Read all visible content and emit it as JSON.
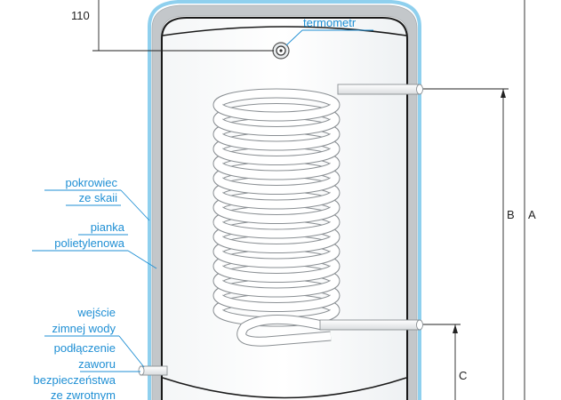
{
  "labels": {
    "dimension_110": "110",
    "termometr": "termometr",
    "pokrowiec_line1": "pokrowiec",
    "pokrowiec_line2": "ze skaii",
    "pianka_line1": "pianka",
    "pianka_line2": "polietylenowa",
    "wejscie_line1": "wejście",
    "wejscie_line2": "zimnej wody",
    "podlaczenie_line1": "podłączenie",
    "podlaczenie_line2": "zaworu",
    "podlaczenie_line3": "bezpieczeństwa",
    "podlaczenie_line4": "ze zwrotnym",
    "dimension_A": "A",
    "dimension_B": "B",
    "dimension_C": "C"
  },
  "colors": {
    "label_text": "#1f8fd4",
    "dimension_text": "#222222",
    "tank_outline": "#1a1a1a",
    "skai_cover": "#8fd0ee",
    "foam": "#bfc3c6",
    "coil": "#ffffff",
    "coil_stroke": "#8a8f93"
  },
  "coil": {
    "turns": 15
  }
}
